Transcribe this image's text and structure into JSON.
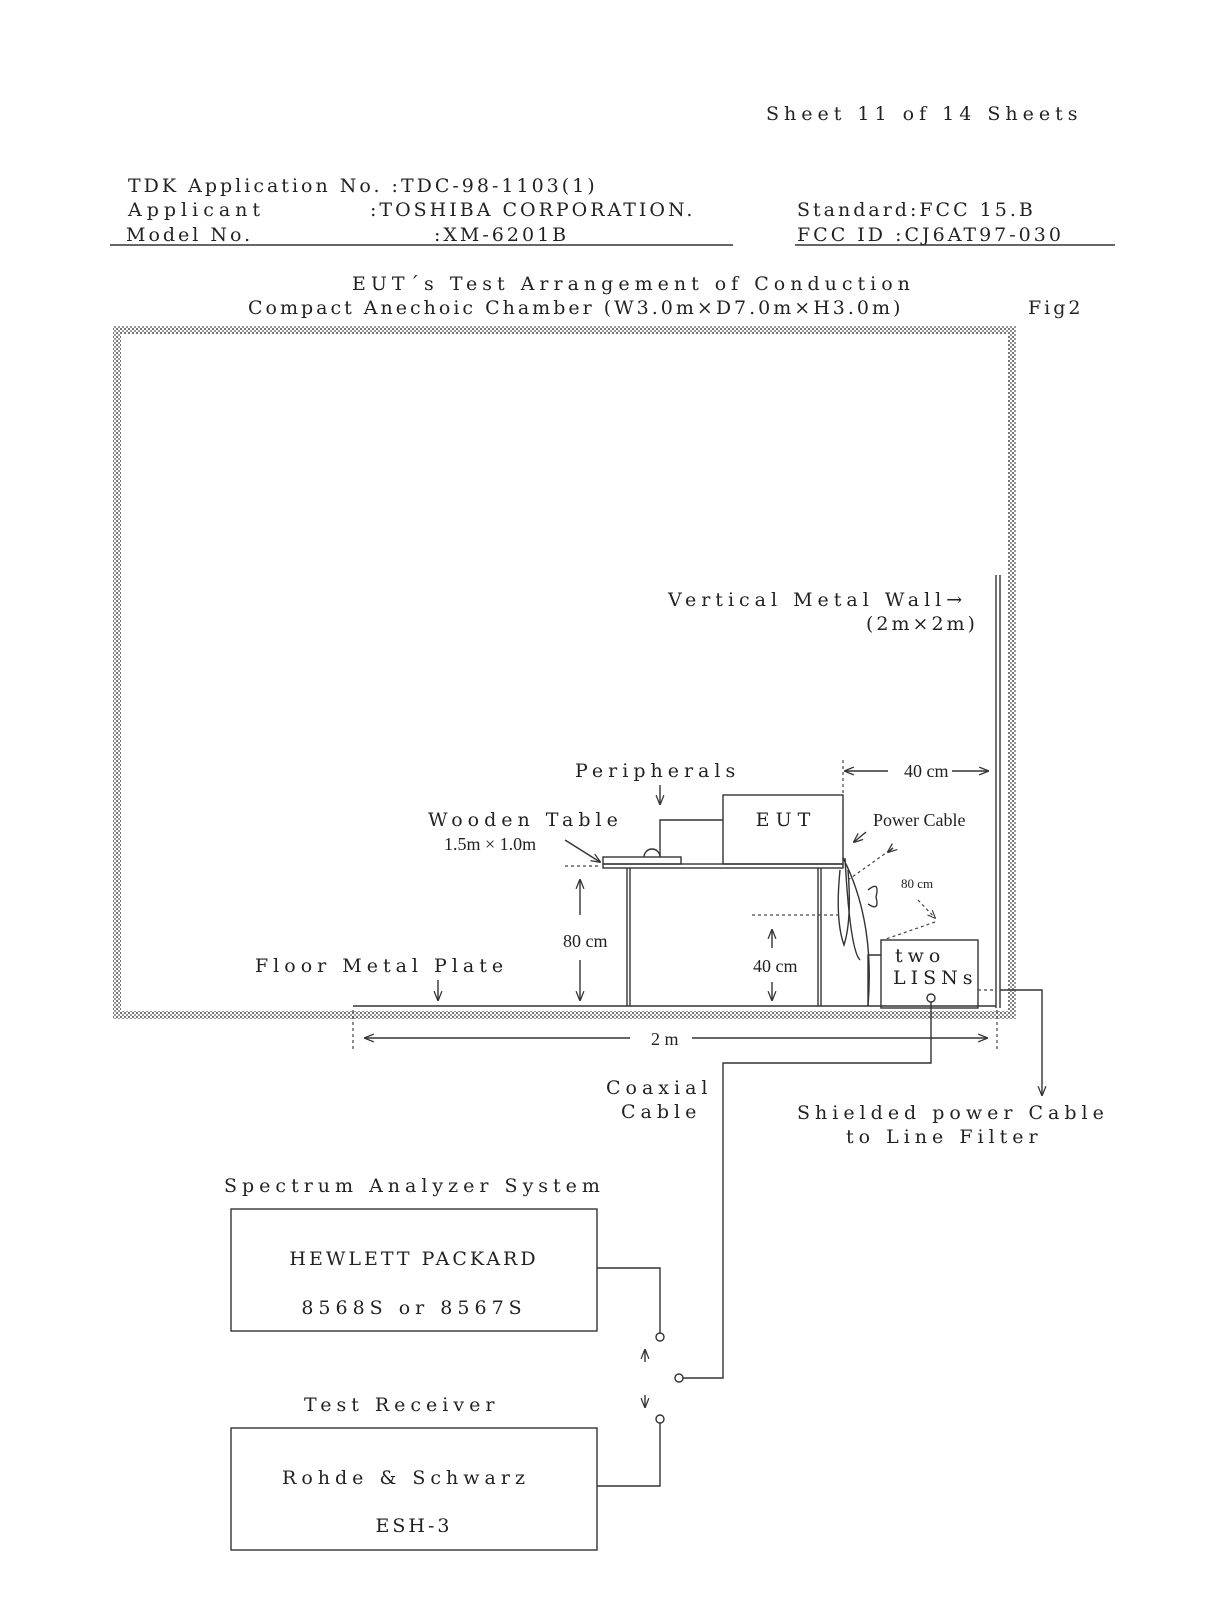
{
  "sheet": "Sheet 11 of 14 Sheets",
  "header": {
    "app_no_label": "TDK Application No. :TDC-98-1103(1)",
    "applicant_label": "Applicant",
    "applicant_value": ":TOSHIBA CORPORATION.",
    "model_label": "Model No.",
    "model_value": ":XM-6201B",
    "standard": "Standard:FCC 15.B",
    "fcc_id": "FCC ID  :CJ6AT97-030"
  },
  "title": {
    "line1": "EUT´s Test Arrangement of Conduction",
    "line2": "Compact Anechoic Chamber (W3.0m×D7.0m×H3.0m)",
    "fig": "Fig2"
  },
  "diagram": {
    "vertical_wall": "Vertical Metal Wall→",
    "vertical_wall_size": "(2m×2m)",
    "peripherals": "Peripherals",
    "wooden_table": "Wooden Table",
    "table_size": "1.5m × 1.0m",
    "eut": "E U T",
    "power_cable": "Power Cable",
    "dist_40_wall": "40 cm",
    "dist_80_cable": "80 cm",
    "dist_80_height": "80 cm",
    "dist_40_height": "40 cm",
    "lisn_line1": "two",
    "lisn_line2": "LISNs",
    "floor_plate": "Floor Metal Plate",
    "dist_2m": "2 m",
    "coaxial_line1": "Coaxial",
    "coaxial_line2": "Cable",
    "shielded_line1": "Shielded power Cable",
    "shielded_line2": "to Line Filter",
    "spectrum_title": "Spectrum Analyzer System",
    "spectrum_line1": "HEWLETT PACKARD",
    "spectrum_line2": "8568S or 8567S",
    "receiver_title": "Test Receiver",
    "receiver_line1": "Rohde & Schwarz",
    "receiver_line2": "ESH-3"
  }
}
